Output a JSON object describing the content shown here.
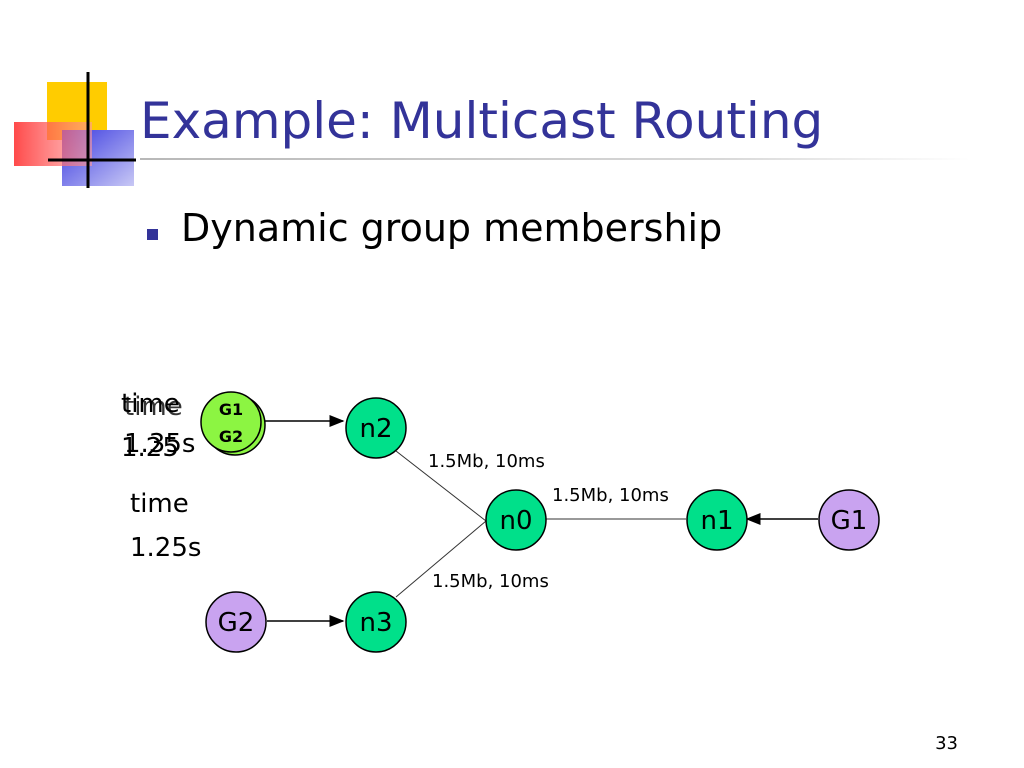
{
  "slide": {
    "title": "Example: Multicast Routing",
    "bullet": "Dynamic group membership",
    "page_number": "33"
  },
  "diagram": {
    "nodes": {
      "n0": "n0",
      "n1": "n1",
      "n2": "n2",
      "n3": "n3",
      "g1": "G1",
      "g2": "G2",
      "group_g1": "G1",
      "group_g2": "G2"
    },
    "links": {
      "n2_n0": "1.5Mb, 10ms",
      "n0_n1": "1.5Mb, 10ms",
      "n3_n0": "1.5Mb, 10ms"
    },
    "time_labels": {
      "upper_word": "time",
      "upper_value_a": "1.35s",
      "upper_value_b": "1.25",
      "lower_word": "time",
      "lower_value": "1.25s"
    },
    "colors": {
      "router_fill": "#00e08a",
      "group_fill": "#c9a3f0",
      "membership_fill": "#8cf542",
      "title": "#333399"
    }
  }
}
